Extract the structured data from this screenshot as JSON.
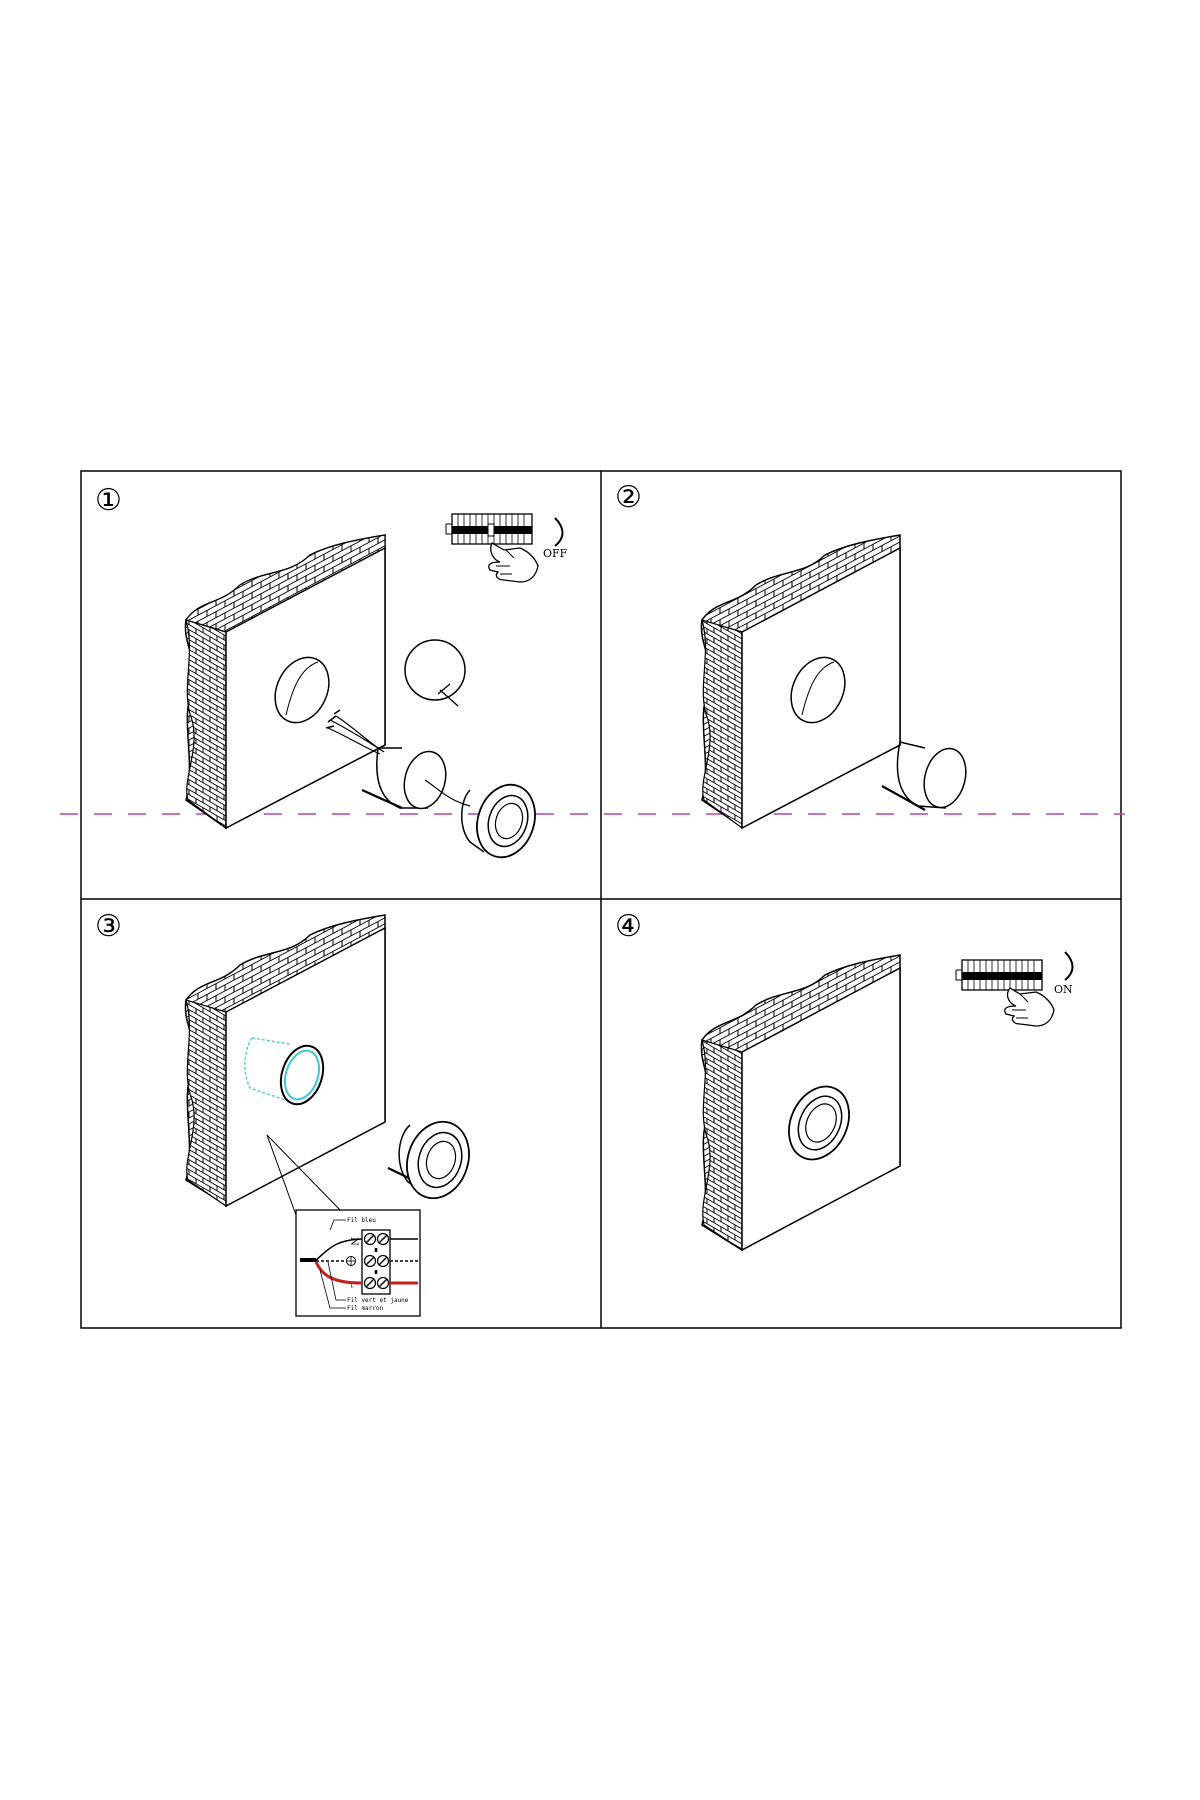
{
  "panels": [
    {
      "number": "①",
      "switch_label": "OFF"
    },
    {
      "number": "②"
    },
    {
      "number": "③",
      "terminal_labels": {
        "n": "N",
        "l": "L"
      },
      "wire_labels": {
        "blue": "Fil bleu",
        "green_yellow": "Fil vert et jaune",
        "brown": "Fil marron"
      }
    },
    {
      "number": "④",
      "switch_label": "ON"
    }
  ],
  "colors": {
    "line": "#000000",
    "guide_line": "#b048b0",
    "cyan_outline": "#3cc8d8",
    "brown_wire": "#c81e1e"
  },
  "icons": [
    "brick-wall-icon",
    "breaker-panel-icon",
    "hand-icon",
    "downlight-icon",
    "terminal-block-icon"
  ]
}
